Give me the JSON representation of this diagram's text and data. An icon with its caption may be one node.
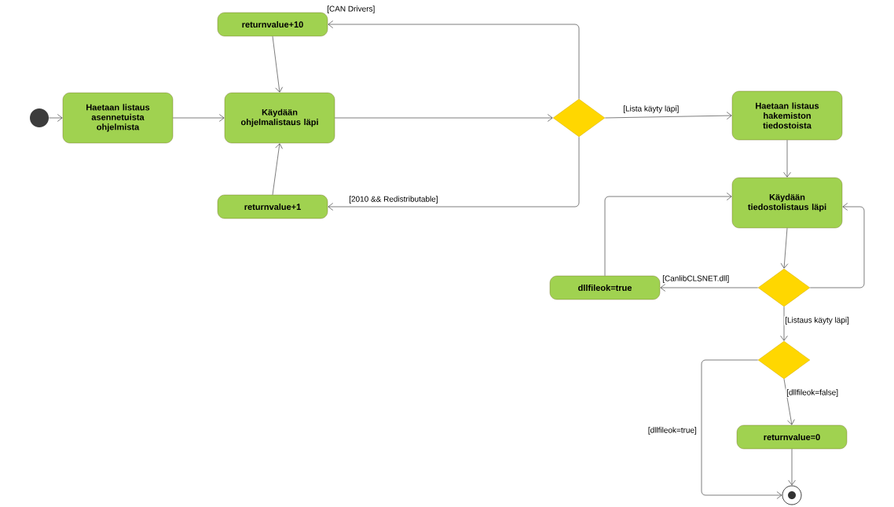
{
  "diagram": {
    "nodes": [
      {
        "text": [],
        "shape": "circle"
      },
      {
        "text": [
          "Haetaan listaus asennetuista ohjelmista"
        ]
      },
      {
        "text": [
          "Käydään ohjelmalistaus läpi"
        ]
      },
      {
        "text": [
          "returnvalue+10"
        ]
      },
      {
        "text": [
          "returnvalue+1"
        ]
      },
      {
        "text": [],
        "shape": "diamond"
      },
      {
        "text": [
          "Haetaan listaus hakemiston tiedostoista"
        ]
      },
      {
        "text": [
          "Käydään tiedostolistaus läpi"
        ]
      },
      {
        "text": [],
        "shape": "diamond"
      },
      {
        "text": [
          "dllfileok=true"
        ]
      },
      {
        "text": [],
        "shape": "diamond"
      },
      {
        "text": [
          "returnvalue=0"
        ]
      },
      {
        "text": [],
        "shape": "bullseye"
      }
    ],
    "edges": [
      {
        "from": 0,
        "to": 1,
        "arrow": "to"
      },
      {
        "from": 1,
        "to": 2,
        "arrow": "to"
      },
      {
        "from": 5,
        "to": 3,
        "arrow": "to",
        "label": "[CAN Drivers]"
      },
      {
        "from": 3,
        "to": 2,
        "arrow": "to"
      },
      {
        "from": 5,
        "to": 4,
        "arrow": "to",
        "label": "[2010 && Redistributable]"
      },
      {
        "from": 4,
        "to": 2,
        "arrow": "to"
      },
      {
        "from": 2,
        "to": 5,
        "arrow": "to"
      },
      {
        "from": 5,
        "to": 6,
        "arrow": "to",
        "label": "[Lista käyty läpi]"
      },
      {
        "from": 6,
        "to": 7,
        "arrow": "to"
      },
      {
        "from": 7,
        "to": 8,
        "arrow": "to"
      },
      {
        "from": 8,
        "to": 9,
        "arrow": "to",
        "label": "[CanlibCLSNET.dll]"
      },
      {
        "from": 9,
        "to": 7,
        "arrow": "to"
      },
      {
        "from": 8,
        "to": 7,
        "arrow": "to"
      },
      {
        "from": 8,
        "to": 10,
        "arrow": "to",
        "label": "[Listaus käyty läpi]"
      },
      {
        "from": 10,
        "to": 11,
        "arrow": "to",
        "label": "[dllfileok=false]"
      },
      {
        "from": 10,
        "to": 12,
        "arrow": "to",
        "label": "[dllfileok=true]"
      },
      {
        "from": 11,
        "to": 12,
        "arrow": "to"
      }
    ]
  }
}
